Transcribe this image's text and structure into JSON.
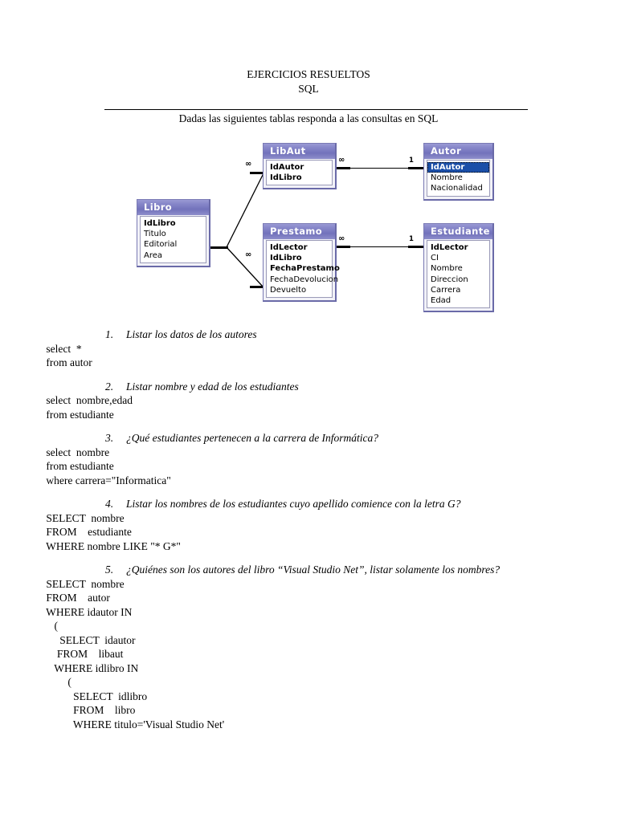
{
  "document": {
    "title_line1": "EJERCICIOS RESUELTOS",
    "title_line2": "SQL",
    "subtitle": "Dadas las siguientes tablas responda a las consultas en SQL"
  },
  "colors": {
    "header_gradient_top": "#9a9ad4",
    "header_gradient_bottom": "#7272bb",
    "table_border": "#7a7ab4",
    "table_fill": "#f2f2f8",
    "selection_blue": "#1b4fa8",
    "line_black": "#000000",
    "page_background": "#ffffff"
  },
  "er_diagram": {
    "tables": [
      {
        "name": "Libro",
        "fields": [
          {
            "label": "IdLibro",
            "pk": true
          },
          {
            "label": "Titulo",
            "pk": false
          },
          {
            "label": "Editorial",
            "pk": false
          },
          {
            "label": "Area",
            "pk": false
          }
        ]
      },
      {
        "name": "LibAut",
        "fields": [
          {
            "label": "IdAutor",
            "pk": true
          },
          {
            "label": "IdLibro",
            "pk": true
          }
        ]
      },
      {
        "name": "Autor",
        "fields": [
          {
            "label": "IdAutor",
            "pk": true,
            "selected": true
          },
          {
            "label": "Nombre",
            "pk": false
          },
          {
            "label": "Nacionalidad",
            "pk": false
          }
        ]
      },
      {
        "name": "Prestamo",
        "fields": [
          {
            "label": "IdLector",
            "pk": true
          },
          {
            "label": "IdLibro",
            "pk": true
          },
          {
            "label": "FechaPrestamo",
            "pk": true
          },
          {
            "label": "FechaDevolucion",
            "pk": false
          },
          {
            "label": "Devuelto",
            "pk": false
          }
        ]
      },
      {
        "name": "Estudiante",
        "fields": [
          {
            "label": "IdLector",
            "pk": true
          },
          {
            "label": "CI",
            "pk": false
          },
          {
            "label": "Nombre",
            "pk": false
          },
          {
            "label": "Direccion",
            "pk": false
          },
          {
            "label": "Carrera",
            "pk": false
          },
          {
            "label": "Edad",
            "pk": false
          }
        ]
      }
    ],
    "relationships": [
      {
        "from": "Libro",
        "to": "LibAut",
        "from_card": "1",
        "to_card": "∞"
      },
      {
        "from": "Libro",
        "to": "Prestamo",
        "from_card": "1",
        "to_card": "∞"
      },
      {
        "from": "LibAut",
        "to": "Autor",
        "from_card": "∞",
        "to_card": "1"
      },
      {
        "from": "Prestamo",
        "to": "Estudiante",
        "from_card": "∞",
        "to_card": "1"
      }
    ],
    "cardinality_labels": {
      "one": "1",
      "many": "∞"
    }
  },
  "exercises": [
    {
      "num": "1.",
      "question": "Listar los datos de los autores",
      "sql": "                 select  *\n                 from autor"
    },
    {
      "num": "2.",
      "question": "Listar nombre y edad de los estudiantes",
      "sql": "                 select  nombre,edad\n                 from estudiante"
    },
    {
      "num": "3.",
      "question": "¿Qué estudiantes pertenecen a la carrera de Informática?",
      "sql": "                 select  nombre\n                 from estudiante\n                 where carrera=\"Informatica\""
    },
    {
      "num": "4.",
      "question": "Listar los nombres de los estudiantes cuyo apellido comience con la letra G?",
      "sql": "                 SELECT  nombre\n                 FROM    estudiante\n                 WHERE nombre LIKE \"* G*\""
    },
    {
      "num": "5.",
      "question": "¿Quiénes son los autores del libro “Visual Studio Net”, listar solamente los nombres?",
      "sql": "                 SELECT  nombre\n                 FROM    autor\n                 WHERE idautor IN\n                    (\n                      SELECT  idautor\n                     FROM    libaut\n                    WHERE idlibro IN\n                         (\n                           SELECT  idlibro\n                           FROM    libro\n                           WHERE titulo='Visual Studio Net'"
    }
  ]
}
